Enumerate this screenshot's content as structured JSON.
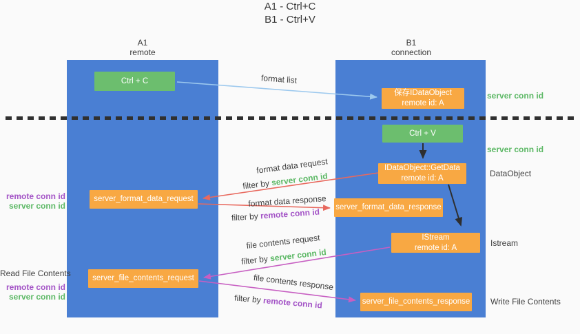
{
  "title": {
    "line1": "A1 - Ctrl+C",
    "line2": "B1 - Ctrl+V"
  },
  "lanes": {
    "a1": {
      "name": "A1",
      "role": "remote"
    },
    "b1": {
      "name": "B1",
      "role": "connection"
    }
  },
  "boxes": {
    "ctrl_c": {
      "label": "Ctrl + C"
    },
    "save_dataobject": {
      "line1": "保存IDataObject",
      "line2": "remote id: A"
    },
    "ctrl_v": {
      "label": "Ctrl + V"
    },
    "getdata": {
      "line1": "IDataObject::GetData",
      "line2": "remote id: A"
    },
    "format_request": {
      "label": "server_format_data_request"
    },
    "format_response": {
      "label": "server_format_data_response"
    },
    "istream": {
      "line1": "IStream",
      "line2": "remote id: A"
    },
    "file_request": {
      "label": "server_file_contents_request"
    },
    "file_response": {
      "label": "server_file_contents_response"
    }
  },
  "flow_labels": {
    "format_list": "format list",
    "format_data_request": "format data request",
    "format_data_response": "format data response",
    "file_contents_request": "file contents request",
    "file_contents_response": "file contents response",
    "filter_by": "filter by",
    "server_conn_id": "server conn id",
    "remote_conn_id": "remote conn id"
  },
  "side_labels": {
    "server_conn_id": "server conn id",
    "remote_conn_id": "remote conn id",
    "dataobject": "DataObject",
    "istream": "Istream",
    "read_file_contents": "Read File Contents",
    "write_file_contents": "Write File Contents"
  },
  "colors": {
    "lane_blue": "#4a7fd3",
    "box_green": "#6cbe6e",
    "box_orange": "#f8a843",
    "arrow_light_blue": "#9dc9ee",
    "arrow_red": "#e8695e",
    "arrow_magenta": "#c75fc2",
    "arrow_black": "#2e2e2e",
    "text_green": "#5cb865",
    "text_purple": "#a353c6",
    "text_dark": "#3f3f3f"
  }
}
